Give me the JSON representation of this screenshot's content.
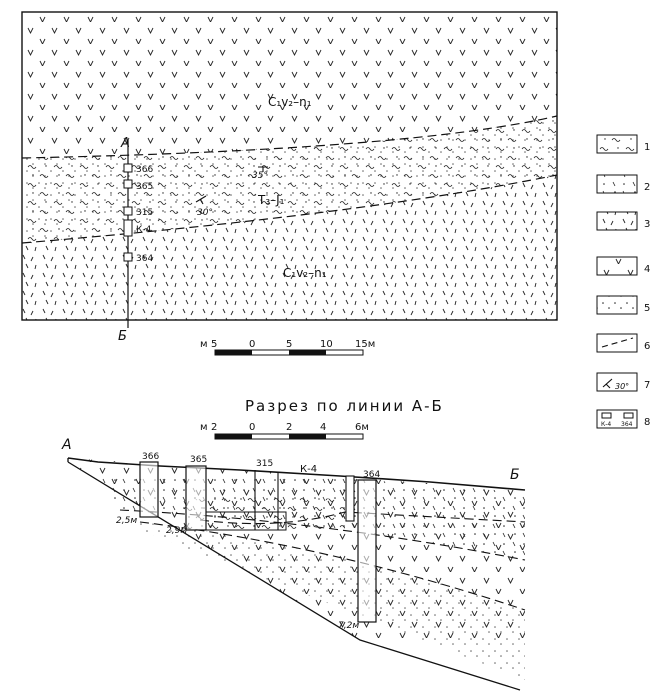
{
  "map": {
    "formation_upper": "C₁v₂–n₁",
    "formation_middle": "T₃–J₁",
    "formation_lower": "C₁v₂–n₁",
    "point_a": "А",
    "point_b": "Б",
    "dip_angle_1": "35°",
    "dip_angle_2": "30°",
    "wells": [
      "366",
      "365",
      "315",
      "К-4",
      "364"
    ]
  },
  "scale_map": {
    "unit_prefix": "м",
    "ticks": [
      "5",
      "0",
      "5",
      "10",
      "15м"
    ]
  },
  "section": {
    "title": "Разрез по линии А-Б",
    "point_a": "А",
    "point_b": "Б",
    "wells": [
      "366",
      "365",
      "315",
      "К-4",
      "364"
    ],
    "depths": [
      "2,5м",
      "2,9м",
      "7,2м"
    ]
  },
  "scale_section": {
    "unit_prefix": "м",
    "ticks": [
      "2",
      "0",
      "2",
      "4",
      "6м"
    ]
  },
  "legend": {
    "items": [
      "1",
      "2",
      "3",
      "4",
      "5",
      "6",
      "7",
      "8"
    ],
    "dip_sample": "30°",
    "well_sample_label": "К-4",
    "well_sample_number": "364"
  }
}
